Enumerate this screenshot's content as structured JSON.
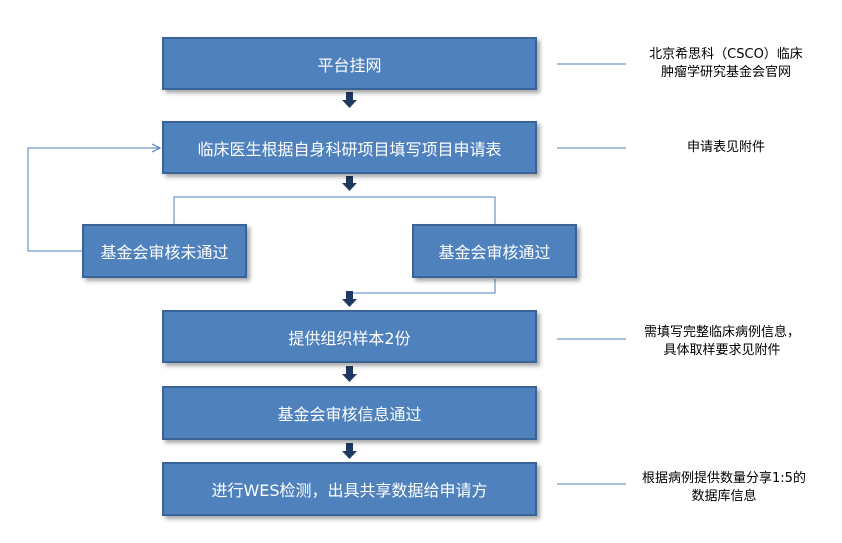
{
  "steps": {
    "step1": "平台挂网",
    "step2": "临床医生根据自身科研项目填写项目申请表",
    "reject": "基金会审核未通过",
    "approve": "基金会审核通过",
    "step3": "提供组织样本2份",
    "step4": "基金会审核信息通过",
    "step5": "进行WES检测，出具共享数据给申请方"
  },
  "notes": {
    "note1_line1": "北京希思科（CSCO）临床",
    "note1_line2": "肿瘤学研究基金会官网",
    "note2": "申请表见附件",
    "note3_line1": "需填写完整临床病例信息，",
    "note3_line2": "具体取样要求见附件",
    "note4_line1": "根据病例提供数量分享1:5的",
    "note4_line2": "数据库信息"
  },
  "colors": {
    "box_fill": "#4f81bd",
    "box_border": "#3a6496",
    "connector": "#4f81bd",
    "arrow": "#1f3a5f"
  }
}
